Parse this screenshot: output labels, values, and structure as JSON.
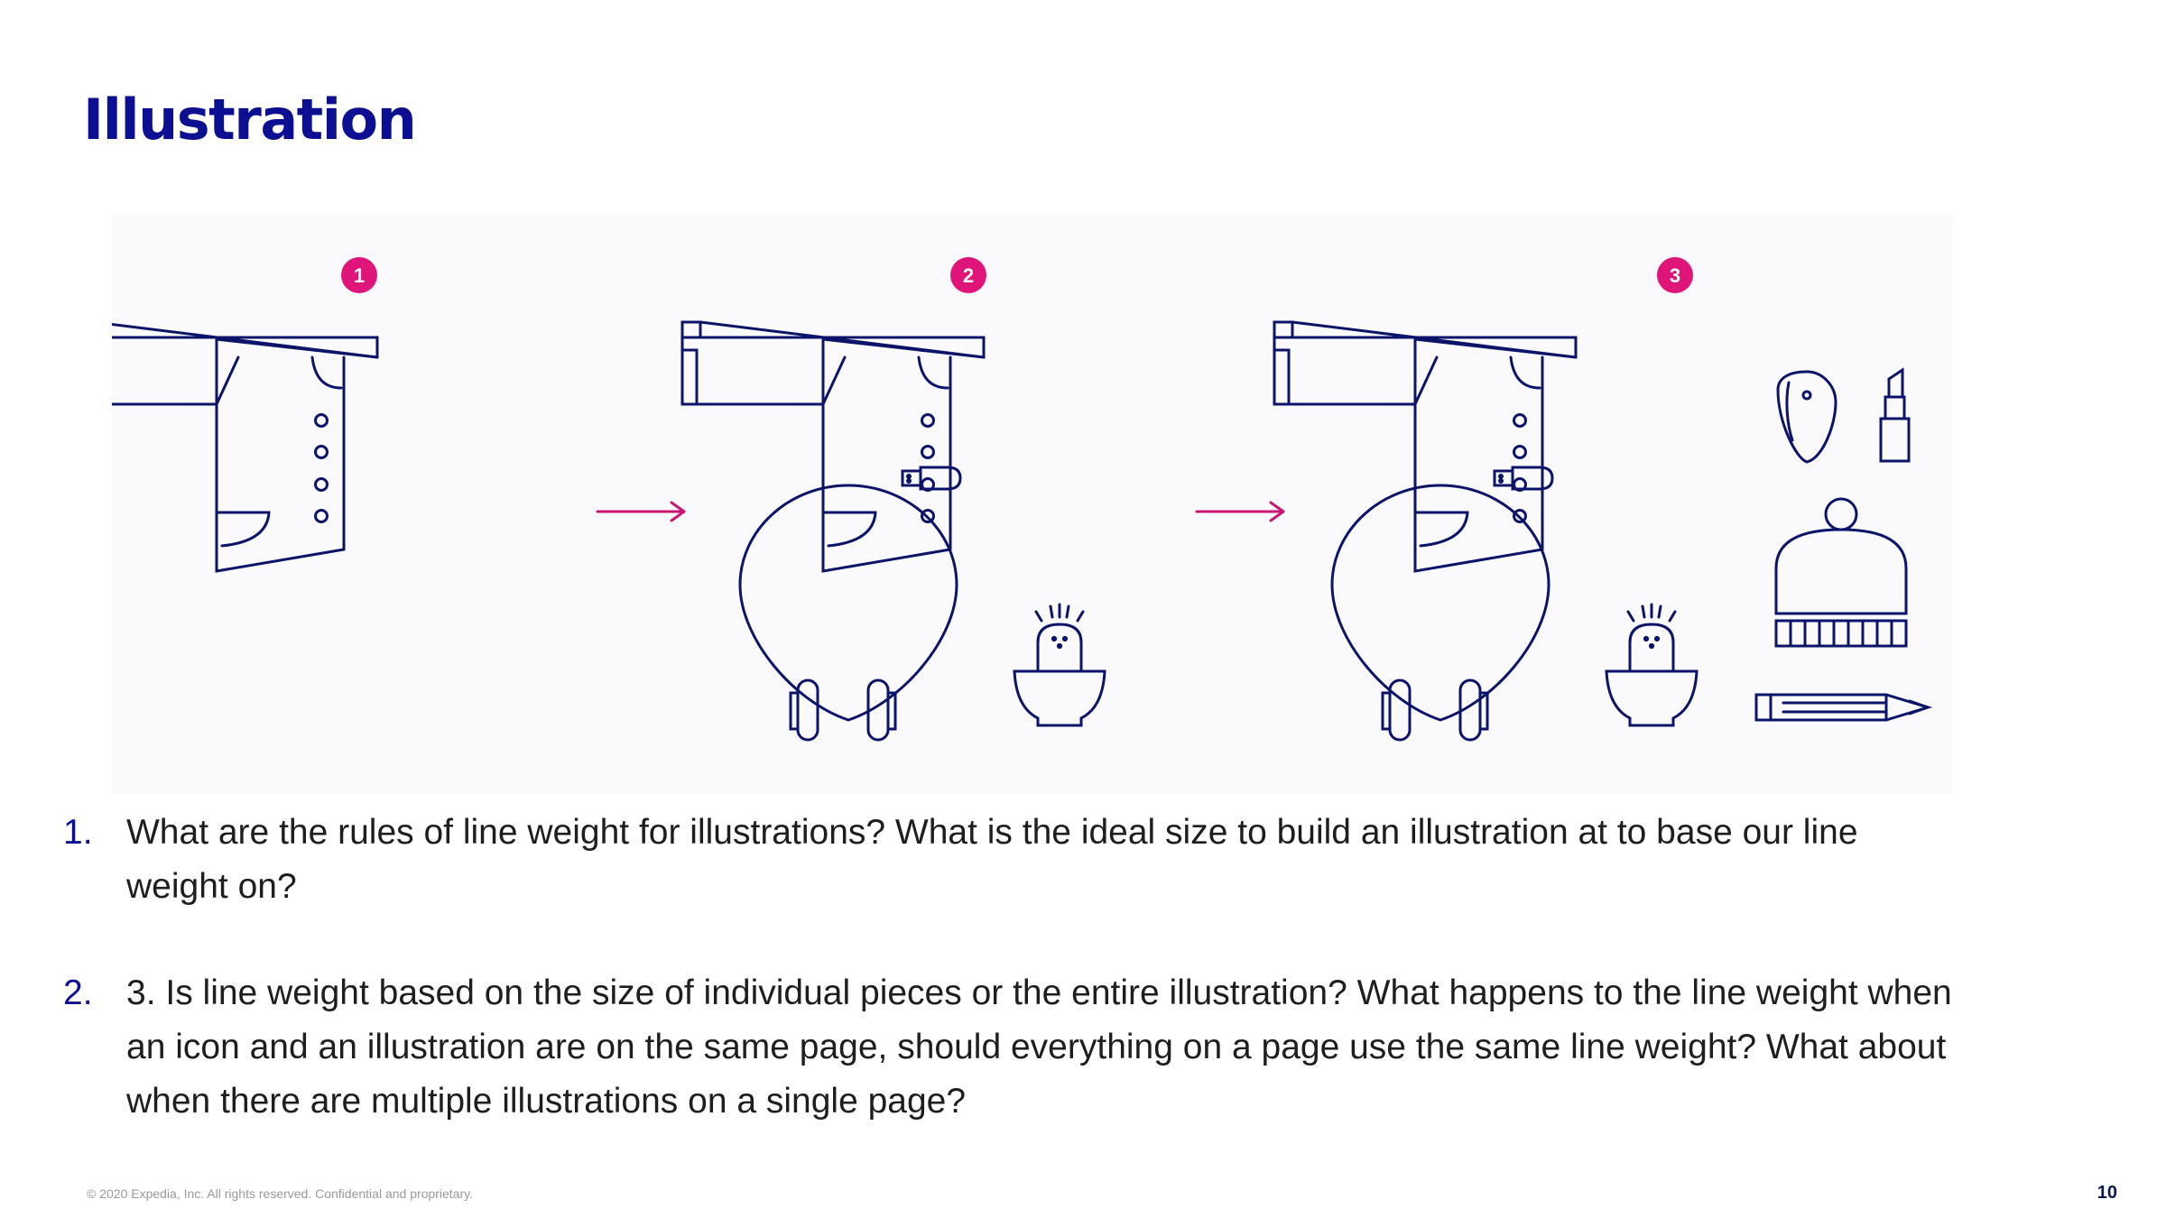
{
  "slide": {
    "title": "Illustration",
    "steps": [
      "1",
      "2",
      "3"
    ],
    "accent_color": "#e0157a",
    "brand_color": "#0c0f92",
    "icons": [
      "shirt-icon",
      "usb-drive-icon",
      "headphones-icon",
      "cactus-pot-icon",
      "computer-mouse-icon",
      "lipstick-icon",
      "beanie-hat-icon",
      "pencil-icon",
      "arrow-right-icon"
    ],
    "questions": [
      {
        "number": "1.",
        "text": "What are the rules of line weight for illustrations? What is the ideal size to build an illustration at to base our line weight on?"
      },
      {
        "number": "2.",
        "text": "3. Is line weight based on the size of individual pieces or the entire illustration? What happens to the line weight when an icon and an illustration are on the same page, should everything on a page use the same line weight? What about when there are multiple illustrations on a single page?"
      }
    ],
    "footer": "© 2020 Expedia, Inc. All rights reserved. Confidential and proprietary.",
    "page_number": "10"
  }
}
